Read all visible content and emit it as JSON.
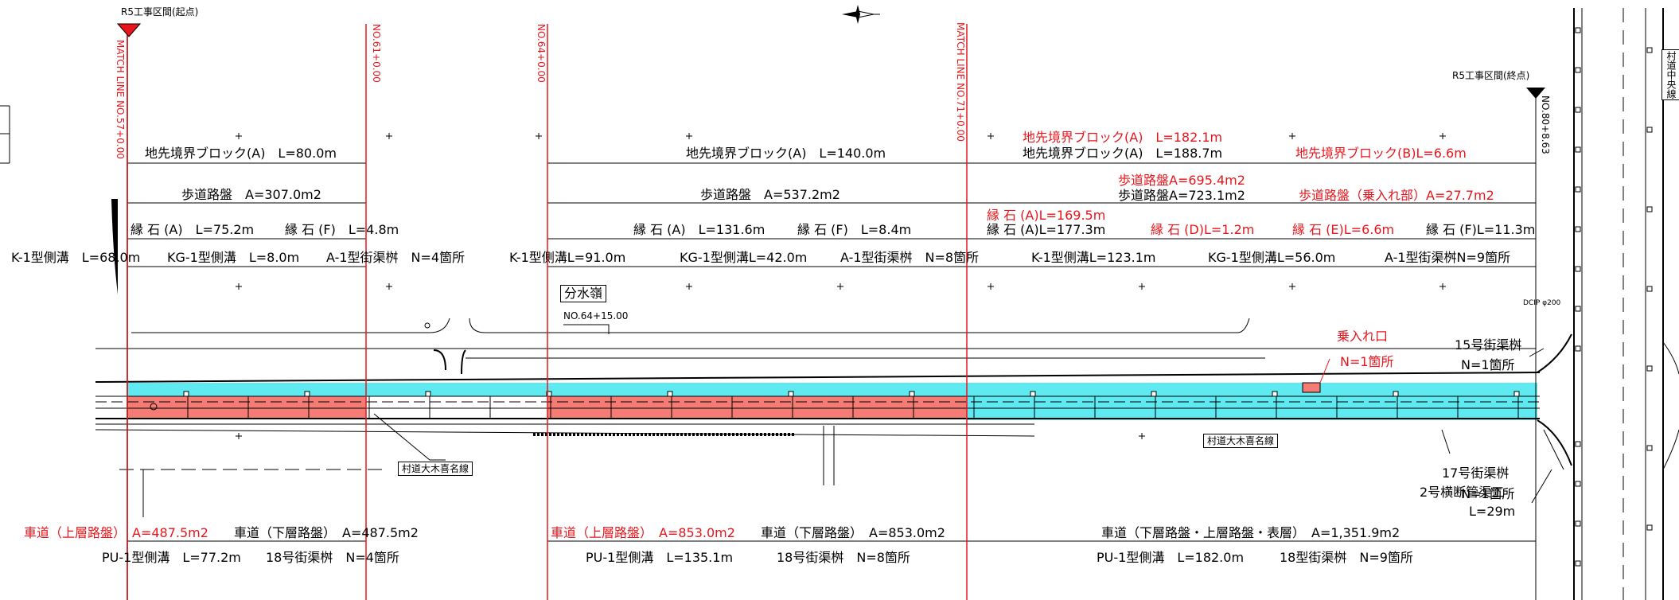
{
  "lines": {
    "start": "R5工事区間(起点)",
    "end": "R5工事区間(終点)",
    "no61": "NO.61+0.00",
    "no64": "NO.64+0.00",
    "matchline_right": "MATCH LINE NO.71+0.00",
    "matchline_left": "MATCH LINE NO.57+0.00",
    "no80": "NO.80+8.63",
    "village_central": "村道中央線"
  },
  "section1": {
    "block": "地先境界ブロック(A)　L=80.0m",
    "walkway": "歩道路盤　A=307.0m2",
    "curb_a": "縁 石 (A)　L=75.2m",
    "curb_f": "縁 石 (F)　L=4.8m",
    "ditch_k1": "K-1型側溝　L=68.0m",
    "ditch_kg1": "KG-1型側溝　L=8.0m",
    "basin_a1": "A-1型街渠桝　N=4箇所",
    "road_upper": "車道（上層路盤）　A=487.5m2",
    "road_lower": "車道（下層路盤）　A=487.5m2",
    "pu1": "PU-1型側溝　L=77.2m",
    "basin18": "18号街渠桝　N=4箇所"
  },
  "section2": {
    "block": "地先境界ブロック(A)　L=140.0m",
    "walkway": "歩道路盤　A=537.2m2",
    "curb_a": "縁 石 (A)　L=131.6m",
    "curb_f": "縁 石 (F)　L=8.4m",
    "ditch_k1": "K-1型側溝L=91.0m",
    "ditch_kg1": "KG-1型側溝L=42.0m",
    "basin_a1": "A-1型街渠桝　N=8箇所",
    "road_upper": "車道（上層路盤）　A=853.0m2",
    "road_lower": "車道（下層路盤）　A=853.0m2",
    "pu1": "PU-1型側溝　L=135.1m",
    "basin18": "18号街渠桝　N=8箇所"
  },
  "section3": {
    "block_red": "地先境界ブロック(A)　L=182.1m",
    "block": "地先境界ブロック(A)　L=188.7m",
    "block_b_red": "地先境界ブロック(B)L=6.6m",
    "walkway_red": "歩道路盤A=695.4m2",
    "walkway": "歩道路盤A=723.1m2",
    "walkway_entry_red": "歩道路盤（乗入れ部）A=27.7m2",
    "curb_a_red": "縁 石 (A)L=169.5m",
    "curb_a": "縁 石 (A)L=177.3m",
    "curb_d_red": "縁 石 (D)L=1.2m",
    "curb_e_red": "縁 石 (E)L=6.6m",
    "curb_f": "縁 石 (F)L=11.3m",
    "ditch_k1": "K-1型側溝L=123.1m",
    "ditch_kg1": "KG-1型側溝L=56.0m",
    "basin_a1": "A-1型街渠桝N=9箇所",
    "road_all": "車道（下層路盤・上層路盤・表層）　A=1,351.9m2",
    "pu1": "PU-1型側溝　L=182.0m",
    "basin18": "18型街渠桝　N=9箇所"
  },
  "annotations": {
    "watershed": "分水嶺",
    "watershed_station": "NO.64+15.00",
    "village_road": "村道大木喜名線",
    "entry_title": "乗入れ口",
    "entry_count": "N=1箇所",
    "basin15_title": "15号街渠桝",
    "basin15_count": "N=1箇所",
    "basin17_title": "17号街渠桝",
    "basin17_count": "N=1箇所",
    "culvert_title": "2号横断管渠工",
    "culvert_len": "L=29m",
    "dcip": "DCIP φ200"
  },
  "colors": {
    "redline": "#e8161c",
    "cyan_fill": "#5fe9f0",
    "red_fill": "#f47c74",
    "ink": "#000000"
  }
}
